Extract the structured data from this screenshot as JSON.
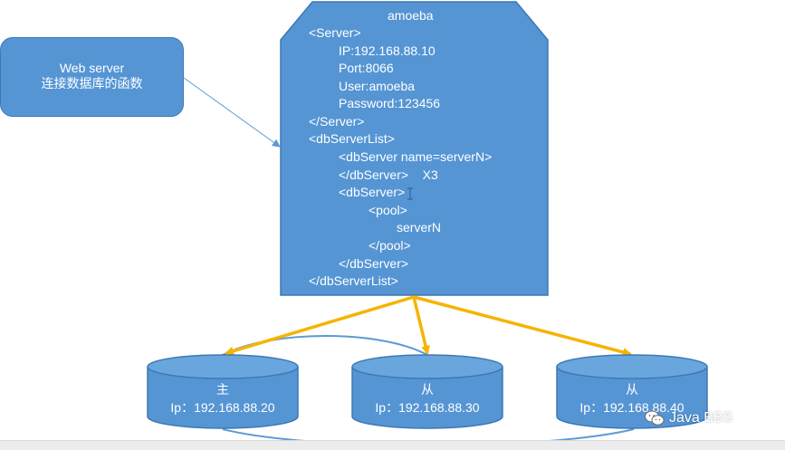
{
  "web_server": {
    "line1": "Web server",
    "line2": "连接数据库的函数"
  },
  "amoeba": {
    "title": "amoeba",
    "lines": [
      "<Server>",
      "IP:192.168.88.10",
      "Port:8066",
      "User:amoeba",
      "Password:123456",
      "</Server>",
      "<dbServerList>",
      "<dbServer name=serverN>",
      "</dbServer>    X3",
      "<dbServer>",
      "<pool>",
      "serverN",
      "</pool>",
      "</dbServer>",
      "</dbServerList>"
    ]
  },
  "databases": [
    {
      "role": "主",
      "ip": "Ip：192.168.88.20"
    },
    {
      "role": "从",
      "ip": "Ip：192.168.88.30"
    },
    {
      "role": "从",
      "ip": "Ip：192.168.88.40"
    }
  ],
  "watermark": {
    "text": "Java BBS",
    "icon": "wechat-icon"
  },
  "colors": {
    "shape_fill": "#5595d4",
    "shape_border": "#3c78b4",
    "arrow_orange": "#f5b400",
    "connector_blue": "#5b9bd5"
  }
}
